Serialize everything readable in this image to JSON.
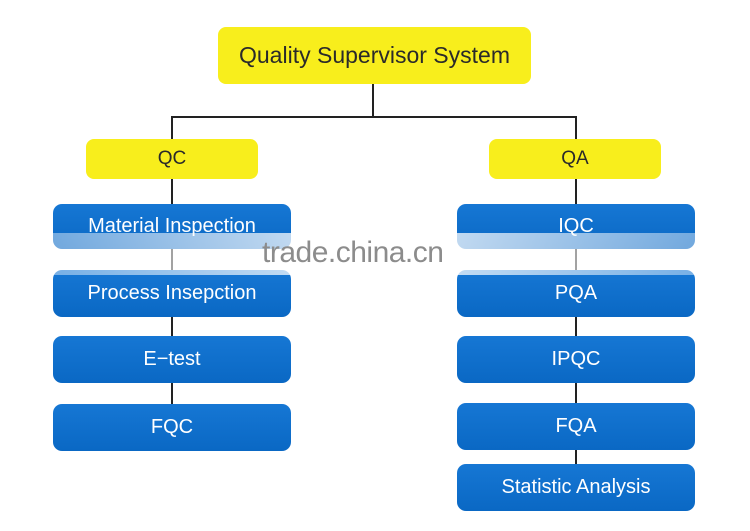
{
  "root": {
    "label": "Quality Supervisor System"
  },
  "left": {
    "header": "QC",
    "items": [
      "Material Inspection",
      "Process Insepction",
      "E−test",
      "FQC"
    ]
  },
  "right": {
    "header": "QA",
    "items": [
      "IQC",
      "PQA",
      "IPQC",
      "FQA",
      "Statistic Analysis"
    ]
  },
  "watermark": "trade.china.cn"
}
